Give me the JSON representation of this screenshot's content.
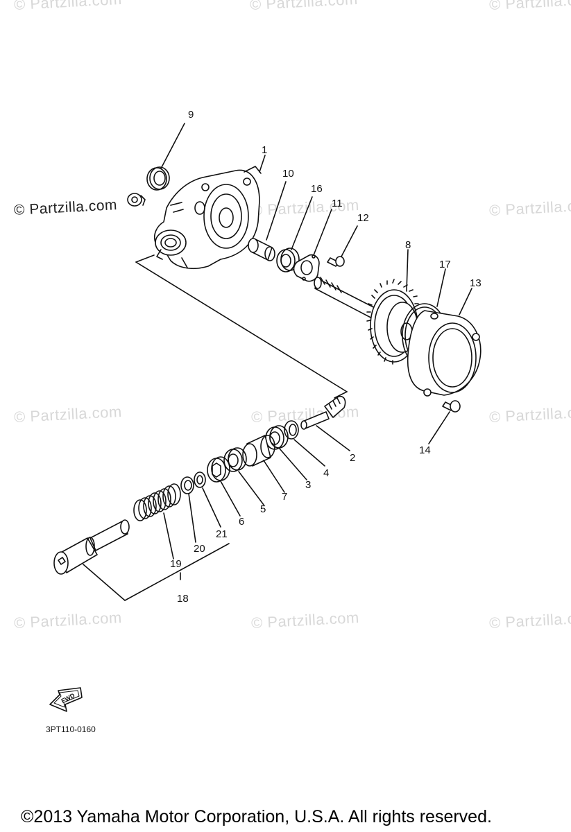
{
  "watermarks": {
    "primary": "© Partzilla.com",
    "faint": "© Partzilla.com"
  },
  "callouts": {
    "p1": "1",
    "p2": "2",
    "p3": "3",
    "p4": "4",
    "p5": "5",
    "p6": "6",
    "p7": "7",
    "p8": "8",
    "p9": "9",
    "p10": "10",
    "p11": "11",
    "p12": "12",
    "p13": "13",
    "p14": "14",
    "p16": "16",
    "p17": "17",
    "p18": "18",
    "p19": "19",
    "p20": "20",
    "p21": "21"
  },
  "fwd_label": "FWD",
  "diagram_code": "3PT110-0160",
  "copyright": "©2013 Yamaha Motor Corporation, U.S.A. All rights reserved."
}
